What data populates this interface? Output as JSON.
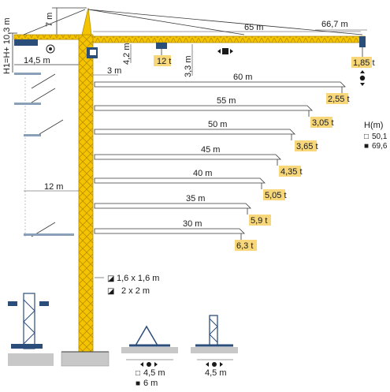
{
  "colors": {
    "crane_yellow": "#f5c400",
    "load_bg": "#f7d77a",
    "steel_blue": "#2b4d7a",
    "line": "#3a3a3a",
    "ground": "#c8c8c8"
  },
  "labels": {
    "tower_height": "H1=H+ 10,3 m",
    "top_height": "7 m",
    "counter_jib": "14,5 m",
    "jib_length": "65 m",
    "jib_tip": "66,7 m",
    "trolley_drop": "4,2 m",
    "hook_drop": "3,3 m",
    "inner_reach": "3 m",
    "mid_reach": "12 m",
    "max_load": "12 t",
    "h_label": "H(m)"
  },
  "heights": [
    {
      "symbol": "□",
      "value": "50,1"
    },
    {
      "symbol": "■",
      "value": "69,6"
    }
  ],
  "tip_load": "1,85 t",
  "jib_configs": [
    {
      "length": "60 m",
      "load": "2,55 t"
    },
    {
      "length": "55 m",
      "load": "3,05 t"
    },
    {
      "length": "50 m",
      "load": "3,65 t"
    },
    {
      "length": "45 m",
      "load": "4,35 t"
    },
    {
      "length": "40 m",
      "load": "5,05 t"
    },
    {
      "length": "35 m",
      "load": "5,9 t"
    },
    {
      "length": "30 m",
      "load": "6,3 t"
    }
  ],
  "mast_sections": [
    {
      "symbol": "◪",
      "value": "1,6 x 1,6 m"
    },
    {
      "symbol": "◪",
      "value": "2 x 2 m"
    }
  ],
  "base_left": [
    {
      "symbol": "□",
      "value": "4,5 m"
    },
    {
      "symbol": "■",
      "value": "6 m"
    }
  ],
  "base_right": {
    "value": "4,5 m"
  }
}
